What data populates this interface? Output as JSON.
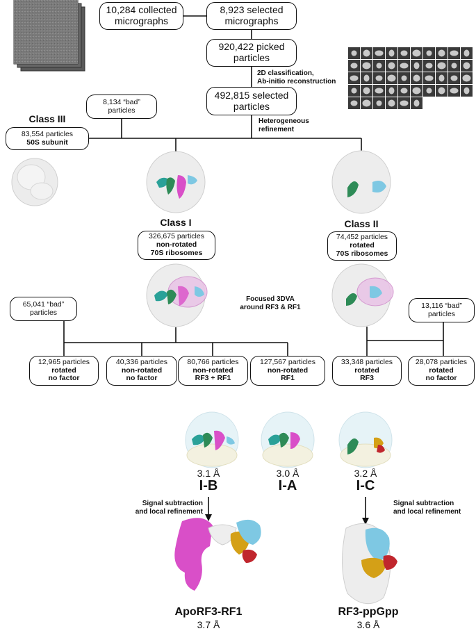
{
  "top_row": {
    "collected": [
      "10,284 collected",
      "micrographs"
    ],
    "selected_mic": [
      "8,923 selected",
      "micrographs"
    ],
    "picked": [
      "920,422 picked",
      "particles"
    ],
    "selected_particles": [
      "492,815 selected",
      "particles"
    ]
  },
  "steps": {
    "classification_2d": [
      "2D classification,",
      "Ab-initio reconstruction"
    ],
    "heterogeneous": [
      "Heterogeneous",
      "refinement"
    ],
    "focused_3dva": [
      "Focused 3DVA",
      "around RF3 & RF1"
    ],
    "signal_subtraction_left": [
      "Signal subtraction",
      "and local refinement"
    ],
    "signal_subtraction_right": [
      "Signal subtraction",
      "and local refinement"
    ]
  },
  "bad_particles": {
    "first": [
      "8,134 “bad”",
      "particles"
    ],
    "class1": [
      "65,041 “bad”",
      "particles"
    ],
    "class2": [
      "13,116 “bad”",
      "particles"
    ]
  },
  "class3": {
    "title": "Class III",
    "count": "83,554 particles",
    "desc": "50S subunit"
  },
  "class1": {
    "title": "Class I",
    "count": "326,675 particles",
    "desc": [
      "non-rotated",
      "70S ribosomes"
    ]
  },
  "class2": {
    "title": "Class II",
    "count": "74,452 particles",
    "desc": [
      "rotated",
      "70S ribosomes"
    ]
  },
  "subclasses": [
    {
      "count": "12,965 particles",
      "desc": [
        "rotated",
        "no factor"
      ]
    },
    {
      "count": "40,336 particles",
      "desc": [
        "non-rotated",
        "no factor"
      ]
    },
    {
      "count": "80,766 particles",
      "desc": [
        "non-rotated",
        "RF3 + RF1"
      ]
    },
    {
      "count": "127,567 particles",
      "desc": [
        "non-rotated",
        "RF1"
      ]
    },
    {
      "count": "33,348 particles",
      "desc": [
        "rotated",
        "RF3"
      ]
    },
    {
      "count": "28,078 particles",
      "desc": [
        "rotated",
        "no factor"
      ]
    }
  ],
  "maps": [
    {
      "name": "I-B",
      "resolution": "3.1 Å"
    },
    {
      "name": "I-A",
      "resolution": "3.0 Å"
    },
    {
      "name": "I-C",
      "resolution": "3.2 Å"
    }
  ],
  "final": [
    {
      "name": "ApoRF3-RF1",
      "resolution": "3.7 Å"
    },
    {
      "name": "RF3-ppGpp",
      "resolution": "3.6 Å"
    }
  ],
  "colors": {
    "line": "#111111",
    "ribosome": "#e6e6e6",
    "rf1_magenta": "#d94fc8",
    "rf3_cyan": "#7ec8e3",
    "green": "#2e8b57",
    "teal": "#2aa198",
    "gold": "#d4a017",
    "red": "#c0262d"
  }
}
